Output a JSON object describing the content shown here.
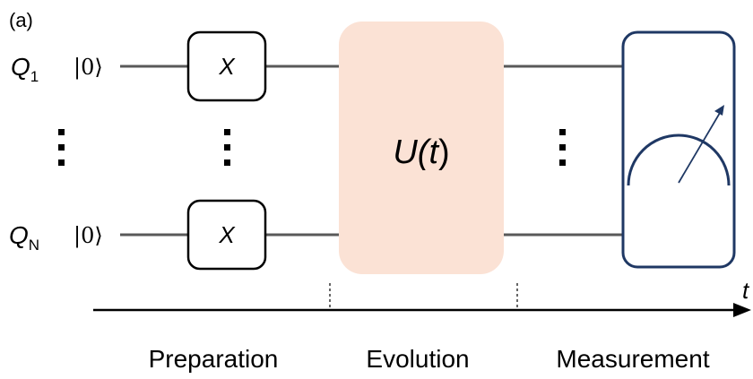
{
  "panel_label": "(a)",
  "qubits": [
    {
      "label_main": "Q",
      "label_sub": "1",
      "state": "|0⟩",
      "gate": "X"
    },
    {
      "label_main": "Q",
      "label_sub": "N",
      "state": "|0⟩",
      "gate": "X"
    }
  ],
  "evolution_operator": {
    "prefix": "U(",
    "variable": "t",
    "suffix": ")"
  },
  "vertical_ellipsis": "⋮",
  "time_axis_label": "t",
  "stages": [
    "Preparation",
    "Evolution",
    "Measurement"
  ],
  "colors": {
    "wire": "#595959",
    "evolution_fill": "#fbe2d5",
    "measurement_stroke": "#1f3864",
    "text": "#000000"
  },
  "icons": {
    "measurement": "meter-icon",
    "time_axis": "arrow-right-icon"
  }
}
